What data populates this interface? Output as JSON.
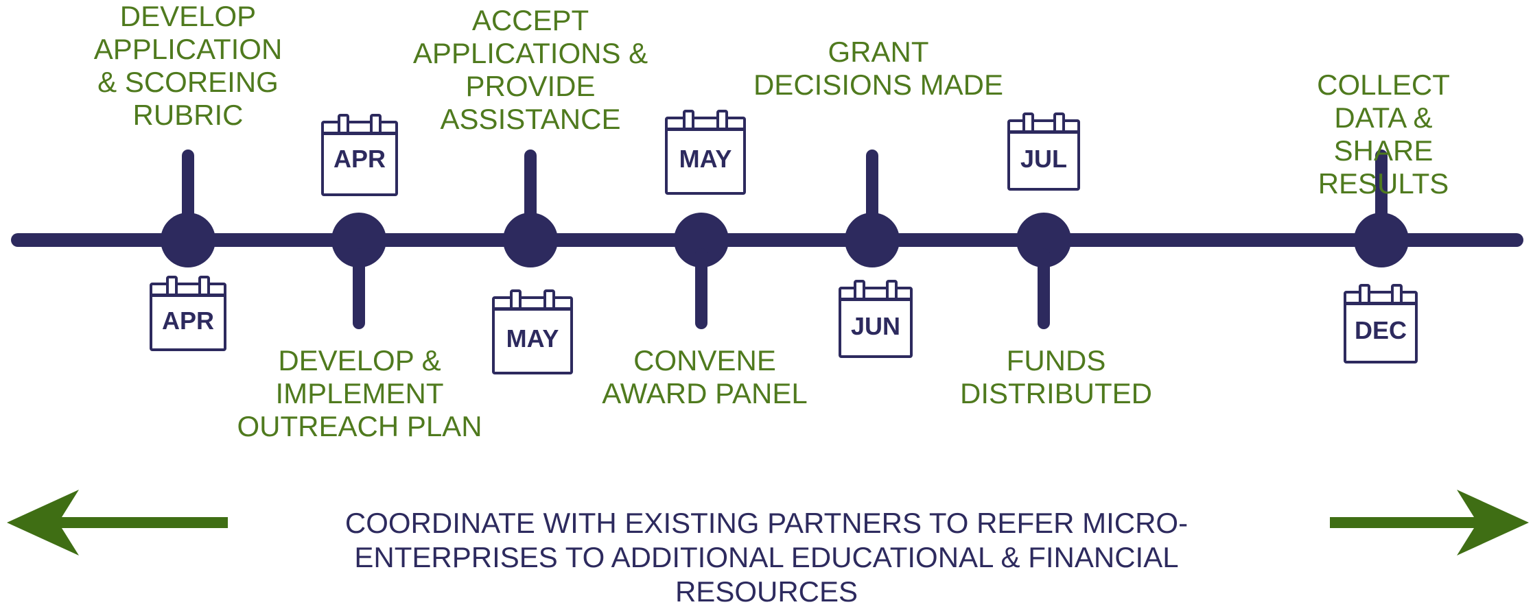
{
  "milestones": [
    {
      "label": "DEVELOP\nAPPLICATION\n& SCOREING\nRUBRIC",
      "month": "APR"
    },
    {
      "label": "DEVELOP &\nIMPLEMENT\nOUTREACH PLAN",
      "month": "APR"
    },
    {
      "label": "ACCEPT\nAPPLICATIONS &\nPROVIDE\nASSISTANCE",
      "month": "MAY"
    },
    {
      "label": "CONVENE\nAWARD PANEL",
      "month": "MAY"
    },
    {
      "label": "GRANT\nDECISIONS MADE",
      "month": "JUN"
    },
    {
      "label": "FUNDS\nDISTRIBUTED",
      "month": "JUL"
    },
    {
      "label": "COLLECT DATA &\nSHARE RESULTS",
      "month": "DEC"
    }
  ],
  "footer": {
    "text": "COORDINATE WITH EXISTING PARTNERS TO REFER MICRO-ENTERPRISES TO ADDITIONAL EDUCATIONAL & FINANCIAL RESOURCES"
  },
  "colors": {
    "line": "#2d2a5e",
    "label": "#4f7a1e",
    "arrow": "#3f6e14"
  }
}
